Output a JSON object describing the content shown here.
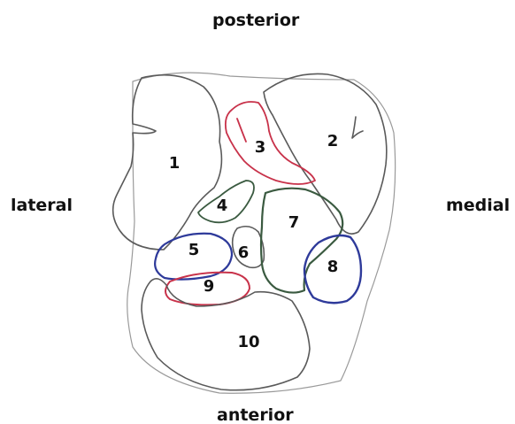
{
  "orientation": {
    "posterior": "posterior",
    "anterior": "anterior",
    "lateral": "lateral",
    "medial": "medial"
  },
  "regions": [
    {
      "id": 1,
      "label": "1",
      "outline_color": "gray"
    },
    {
      "id": 2,
      "label": "2",
      "outline_color": "gray"
    },
    {
      "id": 3,
      "label": "3",
      "outline_color": "red"
    },
    {
      "id": 4,
      "label": "4",
      "outline_color": "green"
    },
    {
      "id": 5,
      "label": "5",
      "outline_color": "blue"
    },
    {
      "id": 6,
      "label": "6",
      "outline_color": "gray"
    },
    {
      "id": 7,
      "label": "7",
      "outline_color": "green"
    },
    {
      "id": 8,
      "label": "8",
      "outline_color": "blue"
    },
    {
      "id": 9,
      "label": "9",
      "outline_color": "red"
    },
    {
      "id": 10,
      "label": "10",
      "outline_color": "gray"
    }
  ],
  "colors": {
    "gray": "#5a5a5a",
    "red": "#c8324a",
    "green": "#3a5a40",
    "blue": "#2e3a9a",
    "text": "#111111",
    "background": "#ffffff"
  }
}
